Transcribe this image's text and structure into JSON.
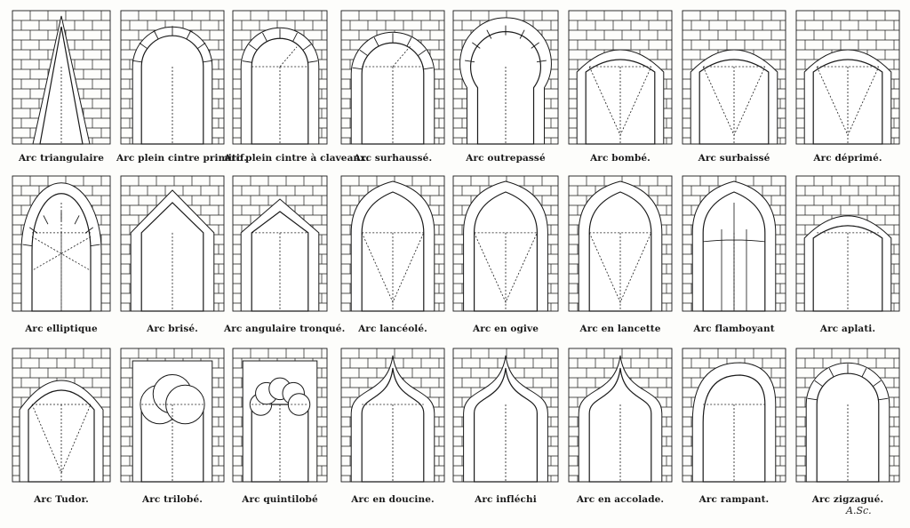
{
  "plate": {
    "rows": [
      {
        "arches": [
          {
            "id": "triangulaire",
            "type": "triangular",
            "label": "Arc triangulaire"
          },
          {
            "id": "plein-cintre-primitif",
            "type": "round-primitive",
            "label": "Arc plein cintre primitif."
          },
          {
            "id": "plein-cintre-claveaux",
            "type": "round",
            "label": "Arc plein cintre à claveaux."
          },
          {
            "id": "surhausse",
            "type": "stilted",
            "label": "Arc surhaussé."
          },
          {
            "id": "outrepasse",
            "type": "horseshoe",
            "label": "Arc outrepassé"
          },
          {
            "id": "bombe",
            "type": "segmental",
            "label": "Arc bombé."
          },
          {
            "id": "surbaisse",
            "type": "depressed",
            "label": "Arc surbaissé"
          },
          {
            "id": "deprime",
            "type": "flattened",
            "label": "Arc déprimé."
          }
        ]
      },
      {
        "arches": [
          {
            "id": "elliptique",
            "type": "elliptical",
            "label": "Arc elliptique"
          },
          {
            "id": "brise",
            "type": "broken",
            "label": "Arc brisé."
          },
          {
            "id": "angulaire-tronque",
            "type": "truncated",
            "label": "Arc angulaire tronqué."
          },
          {
            "id": "lanceole",
            "type": "lanceolate",
            "label": "Arc lancéolé."
          },
          {
            "id": "en-ogive",
            "type": "ogive",
            "label": "Arc en ogive"
          },
          {
            "id": "en-lancette",
            "type": "lancet",
            "label": "Arc en lancette"
          },
          {
            "id": "flamboyant",
            "type": "flamboyant",
            "label": "Arc flamboyant"
          },
          {
            "id": "aplati",
            "type": "flat",
            "label": "Arc aplati."
          }
        ]
      },
      {
        "arches": [
          {
            "id": "tudor",
            "type": "tudor",
            "label": "Arc Tudor."
          },
          {
            "id": "trilobe",
            "type": "trefoil",
            "label": "Arc trilobé."
          },
          {
            "id": "quintilobe",
            "type": "cinquefoil",
            "label": "Arc quintilobé"
          },
          {
            "id": "en-doucine",
            "type": "doucine",
            "label": "Arc en doucine."
          },
          {
            "id": "infleche",
            "type": "inflected",
            "label": "Arc infléchi"
          },
          {
            "id": "en-accolade",
            "type": "accolade",
            "label": "Arc en accolade."
          },
          {
            "id": "rampant",
            "type": "rampant",
            "label": "Arc rampant."
          },
          {
            "id": "zigzague",
            "type": "zigzag",
            "label": "Arc zigzagué."
          }
        ]
      }
    ],
    "signature": "A.Sc."
  },
  "colors": {
    "ink": "#1a1a1a",
    "paper": "#fdfdfb",
    "window": "#ffffff"
  }
}
